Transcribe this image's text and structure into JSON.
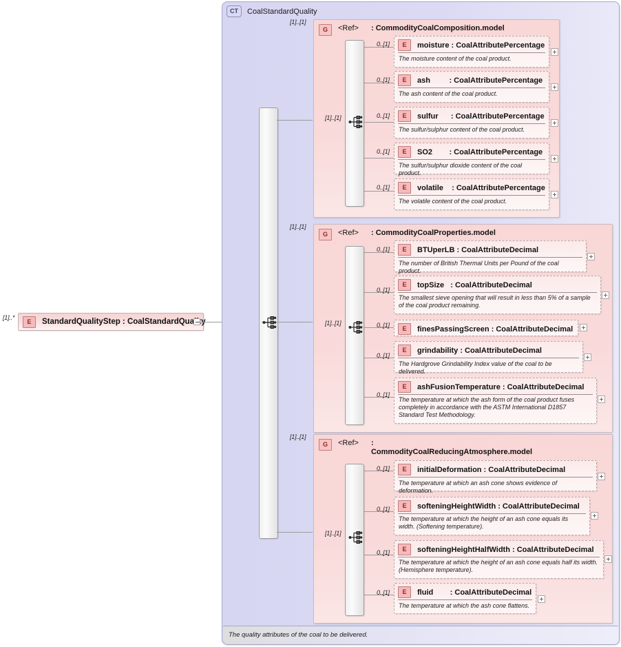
{
  "diagram": {
    "type": "xsd-schema-diagram",
    "root_cardinality": "[1]..*",
    "root_element": {
      "badge": "E",
      "label": "StandardQualityStep  : CoalStandardQuality"
    },
    "complex_type": {
      "badge": "CT",
      "name": "CoalStandardQuality",
      "footer_note": "The quality attributes of the coal to be delivered.",
      "compositor": "sequence",
      "groups": [
        {
          "cardinality": "[1]..[1]",
          "badge": "G",
          "ref": "<Ref>",
          "name": ": CommodityCoalComposition.model",
          "inner_cardinality": "[1]..[1]",
          "compositor": "sequence",
          "elements": [
            {
              "cardinality": "0..[1]",
              "badge": "E",
              "name": "moisture : CoalAttributePercentage",
              "desc": "The moisture content of the coal product."
            },
            {
              "cardinality": "0..[1]",
              "badge": "E",
              "name": "ash         : CoalAttributePercentage",
              "desc": "The ash content of the coal product."
            },
            {
              "cardinality": "0..[1]",
              "badge": "E",
              "name": "sulfur      : CoalAttributePercentage",
              "desc": "The sulfur/sulphur content of the coal product."
            },
            {
              "cardinality": "0..[1]",
              "badge": "E",
              "name": "SO2        : CoalAttributePercentage",
              "desc": "The sulfur/sulphur dioxide content of the coal product."
            },
            {
              "cardinality": "0..[1]",
              "badge": "E",
              "name": "volatile    : CoalAttributePercentage",
              "desc": "The volatile content of the coal product."
            }
          ]
        },
        {
          "cardinality": "[1]..[1]",
          "badge": "G",
          "ref": "<Ref>",
          "name": ": CommodityCoalProperties.model",
          "inner_cardinality": "[1]..[1]",
          "compositor": "sequence",
          "elements": [
            {
              "cardinality": "0..[1]",
              "badge": "E",
              "name": "BTUperLB : CoalAttributeDecimal",
              "desc": "The number of British Thermal Units per Pound of the coal product."
            },
            {
              "cardinality": "0..[1]",
              "badge": "E",
              "name": "topSize   : CoalAttributeDecimal",
              "desc": "The smallest sieve opening that will result in less than 5% of a sample of the coal product remaining."
            },
            {
              "cardinality": "0..[1]",
              "badge": "E",
              "name": "finesPassingScreen : CoalAttributeDecimal",
              "desc": ""
            },
            {
              "cardinality": "0..[1]",
              "badge": "E",
              "name": "grindability : CoalAttributeDecimal",
              "desc": "The Hardgrove Grindability Index value of the coal to be delivered."
            },
            {
              "cardinality": "0..[1]",
              "badge": "E",
              "name": "ashFusionTemperature : CoalAttributeDecimal",
              "desc": "The temperature at which the ash form of the coal product fuses completely in accordance with the ASTM International D1857 Standard Test Methodology."
            }
          ]
        },
        {
          "cardinality": "[1]..[1]",
          "badge": "G",
          "ref": "<Ref>",
          "name": ": CommodityCoalReducingAtmosphere.model",
          "inner_cardinality": "[1]..[1]",
          "compositor": "sequence",
          "elements": [
            {
              "cardinality": "0..[1]",
              "badge": "E",
              "name": "initialDeformation : CoalAttributeDecimal",
              "desc": "The temperature at which an ash cone shows evidence of deformation."
            },
            {
              "cardinality": "0..[1]",
              "badge": "E",
              "name": "softeningHeightWidth : CoalAttributeDecimal",
              "desc": "The temperature at which the height of an ash cone equals its width. (Softening temperature)."
            },
            {
              "cardinality": "0..[1]",
              "badge": "E",
              "name": "softeningHeightHalfWidth : CoalAttributeDecimal",
              "desc": "The temperature at which the height of an ash cone equals half its width. (Hemisphere temperature)."
            },
            {
              "cardinality": "0..[1]",
              "badge": "E",
              "name": "fluid        : CoalAttributeDecimal",
              "desc": "The temperature at which the ash cone flattens."
            }
          ]
        }
      ]
    },
    "colors": {
      "element_fill": "#f9dede",
      "group_fill": "#f9d7d7",
      "complextype_fill": "#d9d9ef",
      "line": "#9a9a9a"
    }
  }
}
